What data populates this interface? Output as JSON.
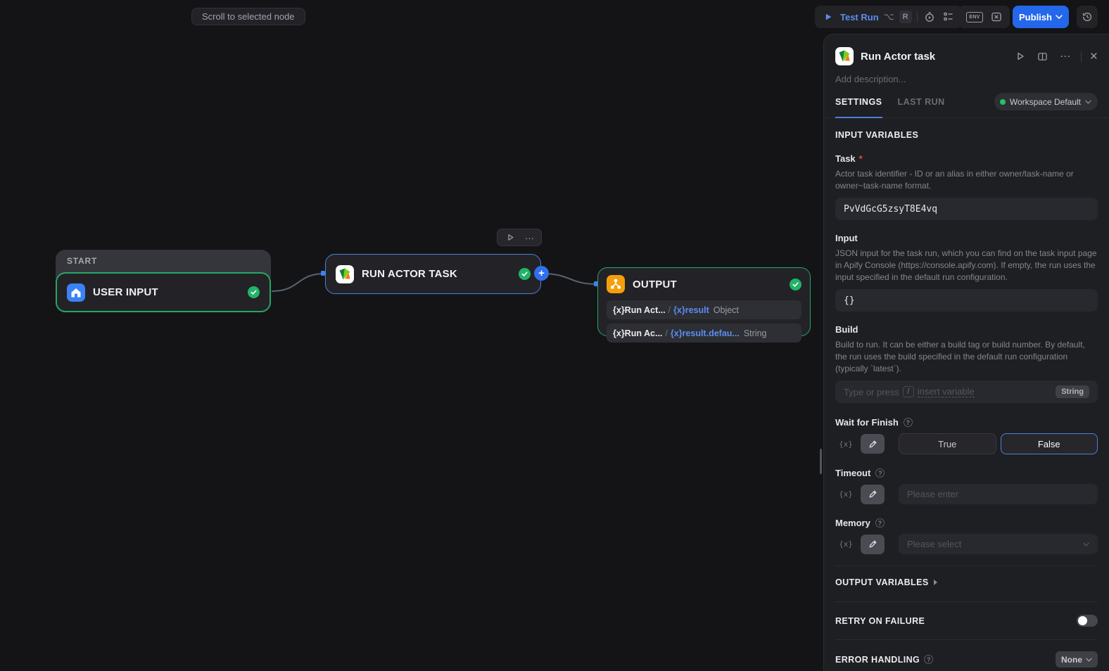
{
  "topbar": {
    "scroll_hint": "Scroll to selected node",
    "test_run_label": "Test Run",
    "shortcut_mod": "⌥",
    "shortcut_key": "R",
    "env_label": "ENV",
    "publish_label": "Publish"
  },
  "canvas": {
    "start_node": {
      "header": "START",
      "title": "USER INPUT"
    },
    "run_node": {
      "title": "RUN ACTOR TASK",
      "plus": "+"
    },
    "output_node": {
      "title": "OUTPUT",
      "variables": [
        {
          "source": "{x}Run Act...",
          "sep": "/",
          "path": "{x}result",
          "type": "Object"
        },
        {
          "source": "{x}Run Ac...",
          "sep": "/",
          "path": "{x}result.defau...",
          "type": "String"
        }
      ]
    }
  },
  "panel": {
    "title": "Run Actor task",
    "description_placeholder": "Add description...",
    "tabs": {
      "settings": "SETTINGS",
      "last_run": "LAST RUN"
    },
    "workspace_selector": "Workspace Default",
    "input_variables_header": "INPUT VARIABLES",
    "task": {
      "label": "Task",
      "required_mark": "*",
      "description": "Actor task identifier - ID or an alias in either owner/task-name or owner~task-name format.",
      "value": "PvVdGcG5zsyT8E4vq"
    },
    "input": {
      "label": "Input",
      "description": "JSON input for the task run, which you can find on the task input page in Apify Console (https://console.apify.com). If empty, the run uses the input specified in the default run configuration.",
      "value": "{}"
    },
    "build": {
      "label": "Build",
      "description": "Build to run. It can be either a build tag or build number. By default, the run uses the build specified in the default run configuration (typically `latest`).",
      "placeholder_before": "Type or press",
      "placeholder_key": "/",
      "placeholder_after": "insert variable",
      "type_badge": "String"
    },
    "wait_for_finish": {
      "label": "Wait for Finish",
      "var_toggle": "{x}",
      "true_label": "True",
      "false_label": "False"
    },
    "timeout": {
      "label": "Timeout",
      "var_toggle": "{x}",
      "placeholder": "Please enter"
    },
    "memory": {
      "label": "Memory",
      "var_toggle": "{x}",
      "placeholder": "Please select"
    },
    "output_variables_header": "OUTPUT VARIABLES",
    "retry_header": "RETRY ON FAILURE",
    "error_handling_header": "ERROR HANDLING",
    "error_handling_value": "None",
    "help_glyph": "?"
  }
}
